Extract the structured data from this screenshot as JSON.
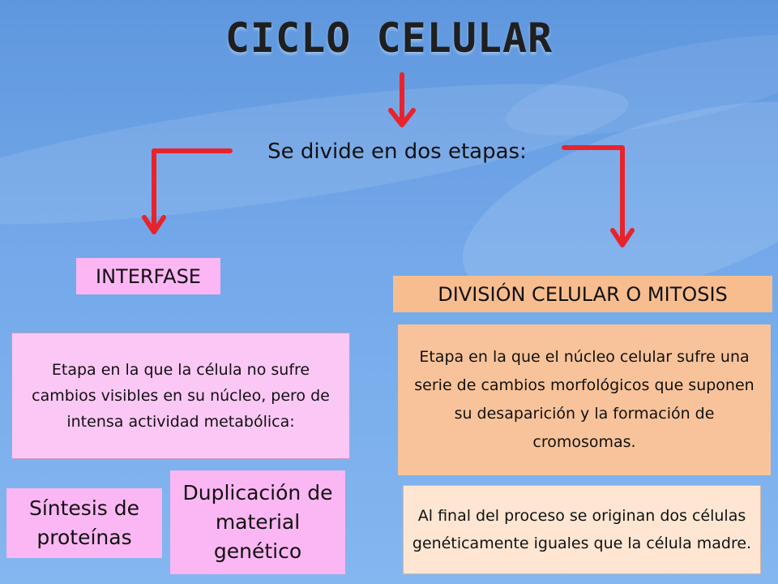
{
  "title": "CICLO CELULAR",
  "subtitle": "Se divide en dos etapas:",
  "interfase": {
    "label": "INTERFASE",
    "description": "Etapa en  la que la célula no sufre cambios visibles en su núcleo, pero de intensa actividad metabólica:",
    "items": [
      "Síntesis de proteínas",
      "Duplicación de material genético"
    ]
  },
  "mitosis": {
    "label": "DIVISIÓN CELULAR O MITOSIS",
    "description": "Etapa en la que el núcleo celular sufre una serie de cambios morfológicos que suponen su desaparición y la formación de cromosomas.",
    "result": "Al final del proceso se originan dos células genéticamente iguales que la célula madre."
  },
  "colors": {
    "background": "#6fa4e6",
    "arrow": "#e8232c",
    "interfase_box": "#fbb6f3",
    "mitosis_box": "#f8bd8f",
    "result_box": "#fee6d3"
  }
}
